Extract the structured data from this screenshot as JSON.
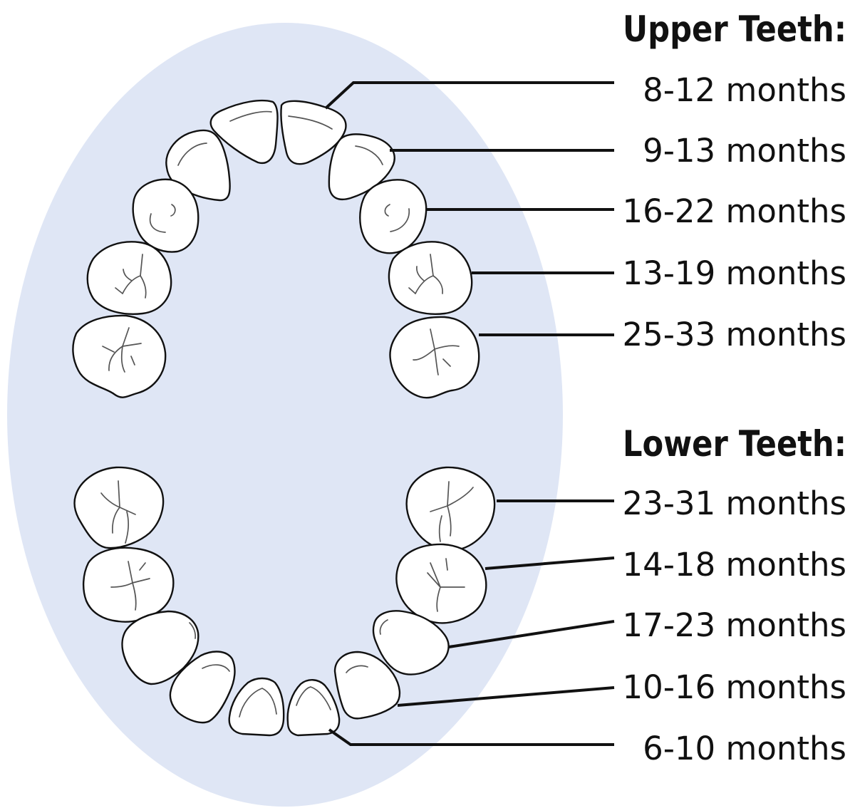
{
  "colors": {
    "mouth_background": "#dfe6f5",
    "tooth_fill": "#ffffff",
    "outline": "#111111",
    "fissure": "#555555"
  },
  "upper": {
    "heading": "Upper Teeth:",
    "eruption_ages": [
      "8-12 months",
      "9-13 months",
      "16-22 months",
      "13-19 months",
      "25-33 months"
    ]
  },
  "lower": {
    "heading": "Lower Teeth:",
    "eruption_ages": [
      "23-31 months",
      "14-18 months",
      "17-23 months",
      "10-16 months",
      "6-10 months"
    ]
  }
}
